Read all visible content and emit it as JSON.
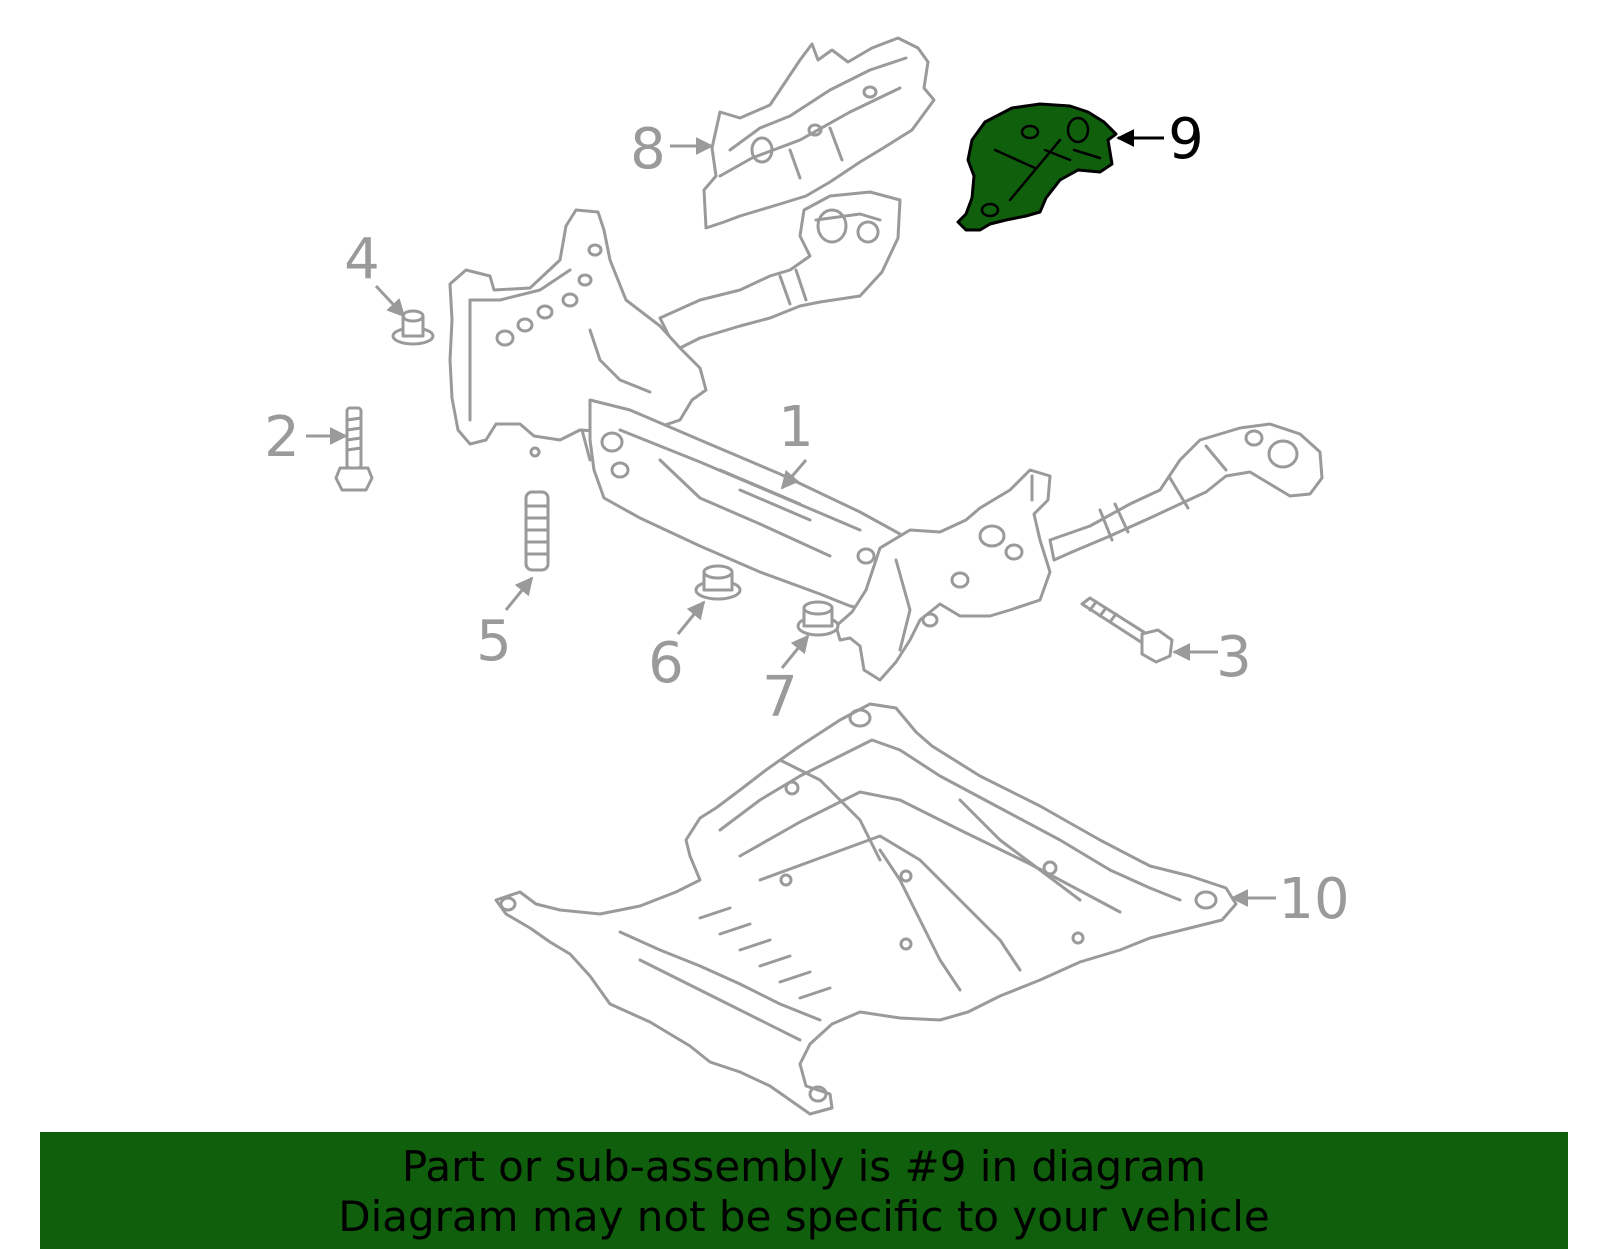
{
  "callouts": [
    {
      "label": "1",
      "part": "front-subframe",
      "highlighted": false
    },
    {
      "label": "2",
      "part": "subframe-bolt",
      "highlighted": false
    },
    {
      "label": "3",
      "part": "side-bolt",
      "highlighted": false
    },
    {
      "label": "4",
      "part": "mount-bushing-upper",
      "highlighted": false
    },
    {
      "label": "5",
      "part": "stud",
      "highlighted": false
    },
    {
      "label": "6",
      "part": "bushing-left",
      "highlighted": false
    },
    {
      "label": "7",
      "part": "bushing-right",
      "highlighted": false
    },
    {
      "label": "8",
      "part": "reinforcement-bracket",
      "highlighted": false
    },
    {
      "label": "9",
      "part": "mount-bracket",
      "highlighted": true
    },
    {
      "label": "10",
      "part": "underbody-shield",
      "highlighted": false
    }
  ],
  "colors": {
    "highlight_fill": "#0f5f0c",
    "line_gray": "#9a9a9a",
    "highlight_label": "#000000",
    "banner_bg": "#0f5f0c"
  },
  "banner": {
    "line1": "Part or sub-assembly is #9 in diagram",
    "line2": "Diagram may not be specific to your vehicle"
  }
}
